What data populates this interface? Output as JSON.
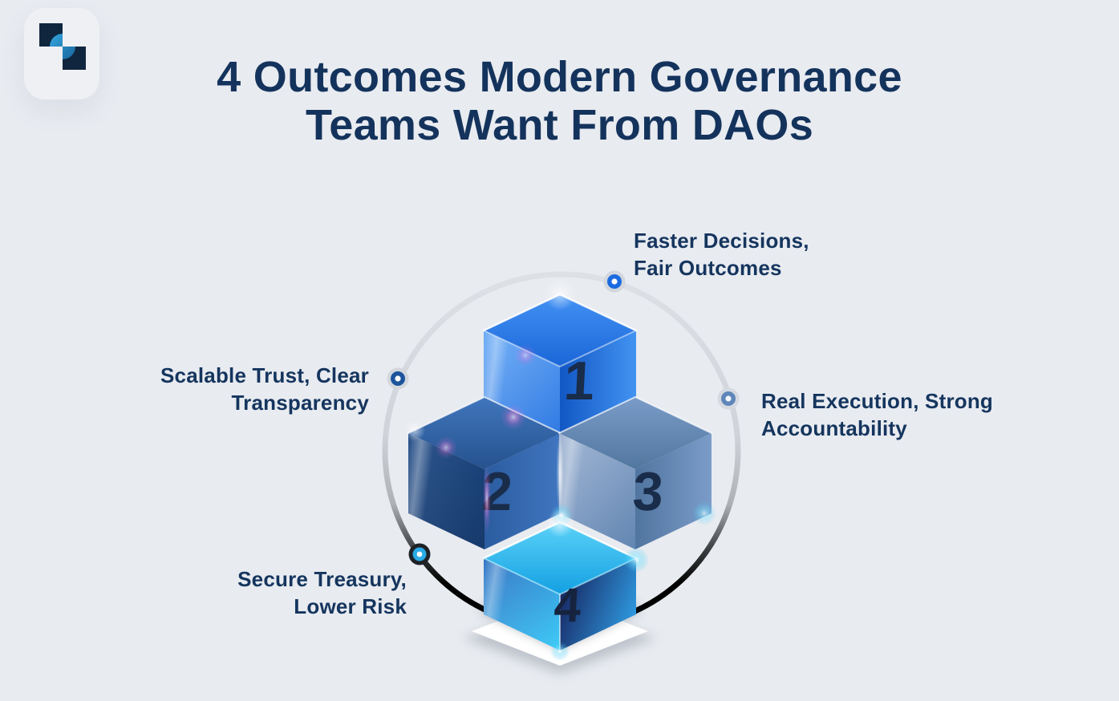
{
  "title": {
    "line1": "4 Outcomes Modern Governance",
    "line2": "Teams Want From DAOs"
  },
  "labels": [
    {
      "line1": "Faster Decisions,",
      "line2": "Fair Outcomes"
    },
    {
      "line1": "Scalable Trust, Clear",
      "line2": "Transparency"
    },
    {
      "line1": "Real Execution, Strong",
      "line2": "Accountability"
    },
    {
      "line1": "Secure Treasury,",
      "line2": "Lower Risk"
    }
  ],
  "cubes": [
    {
      "number": "1",
      "face_color": "#2273e4"
    },
    {
      "number": "2",
      "face_color": "#2d5fa6"
    },
    {
      "number": "3",
      "face_color": "#6288b8"
    },
    {
      "number": "4",
      "face_color": "#28b2ea"
    }
  ],
  "colors": {
    "background": "#e8ebf0",
    "title_text": "#14335c",
    "label_text": "#15355e",
    "ring_top": "#d9dde3",
    "ring_bottom": "#000000",
    "dot_faster": "#1b6be0",
    "dot_scalable": "#1c549c",
    "dot_real": "#5e86ba",
    "dot_secure": "#2aaae6",
    "logo_navy": "#10263e",
    "logo_blue": "#2d9ed8",
    "platform": "#ffffff",
    "number_text": "#192c4a"
  }
}
